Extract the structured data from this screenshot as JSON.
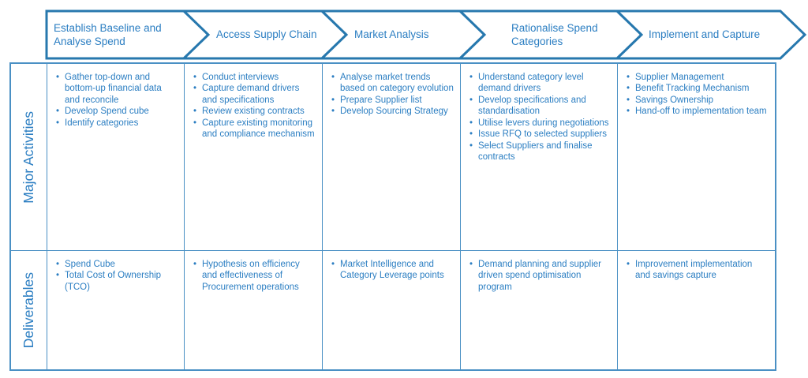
{
  "colors": {
    "chevron_border": "#2778ae",
    "grid_line": "#4a90c4",
    "text_blue": "#2b7ec2"
  },
  "row_labels": {
    "activities": "Major Activities",
    "deliverables": "Deliverables"
  },
  "columns": [
    {
      "phase": "Establish Baseline and Analyse Spend",
      "activities": [
        "Gather top-down and bottom-up financial data and reconcile",
        "Develop Spend cube",
        "Identify categories"
      ],
      "deliverables": [
        "Spend Cube",
        "Total Cost of Ownership (TCO)"
      ]
    },
    {
      "phase": "Access Supply Chain",
      "activities": [
        "Conduct interviews",
        "Capture demand drivers and specifications",
        "Review existing contracts",
        "Capture existing monitoring and compliance mechanism"
      ],
      "deliverables": [
        "Hypothesis on efficiency and effectiveness of Procurement operations"
      ]
    },
    {
      "phase": "Market Analysis",
      "activities": [
        "Analyse market trends based on category evolution",
        "Prepare Supplier list",
        "Develop Sourcing Strategy"
      ],
      "deliverables": [
        "Market Intelligence and Category Leverage points"
      ]
    },
    {
      "phase": "Rationalise Spend Categories",
      "activities": [
        "Understand category level demand drivers",
        "Develop specifications and standardisation",
        "Utilise levers during negotiations",
        "Issue RFQ to selected suppliers",
        "Select Suppliers and finalise contracts"
      ],
      "deliverables": [
        "Demand planning and supplier driven spend optimisation program"
      ]
    },
    {
      "phase": "Implement and Capture",
      "activities": [
        "Supplier Management",
        "Benefit Tracking Mechanism",
        "Savings Ownership",
        "Hand-off to implementation team"
      ],
      "deliverables": [
        "Improvement implementation and savings capture"
      ]
    }
  ]
}
